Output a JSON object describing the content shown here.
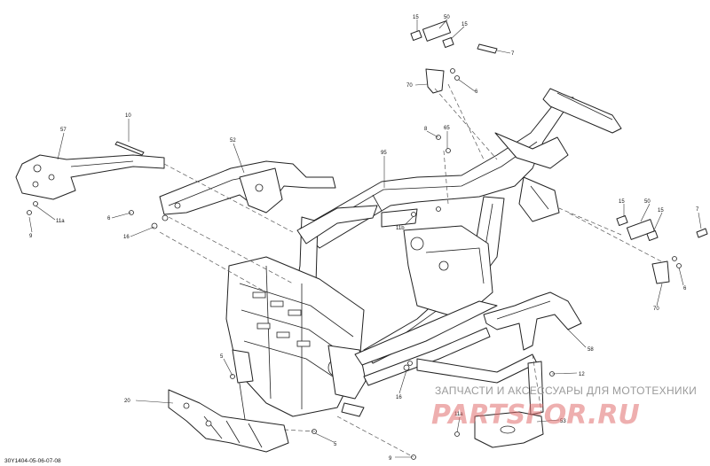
{
  "diagram": {
    "reference_code": "30Y1404-05-06-07-08",
    "callouts": {
      "c15a": "15",
      "c50a": "50",
      "c15b": "15",
      "c7a": "7",
      "c70a": "70",
      "c6a": "6",
      "c10": "10",
      "c57": "57",
      "c52": "52",
      "c95": "95",
      "c8": "8",
      "c65": "65",
      "c6b": "6",
      "c16a": "16",
      "c11a_a": "11a",
      "c9a": "9",
      "c11b": "11b",
      "c15c": "15",
      "c50b": "50",
      "c15d": "15",
      "c7b": "7",
      "c6c": "6",
      "c70b": "70",
      "c58": "58",
      "c5a": "5",
      "c20": "20",
      "c16b": "16",
      "c12": "12",
      "c53": "53",
      "c11a_b": "11a",
      "c5b": "5",
      "c9b": "9"
    }
  },
  "watermark": {
    "caption": "ЗАПЧАСТИ И АКСЕССУАРЫ ДЛЯ МОТОТЕХНИКИ",
    "logo": "PARTSFOR.RU"
  }
}
